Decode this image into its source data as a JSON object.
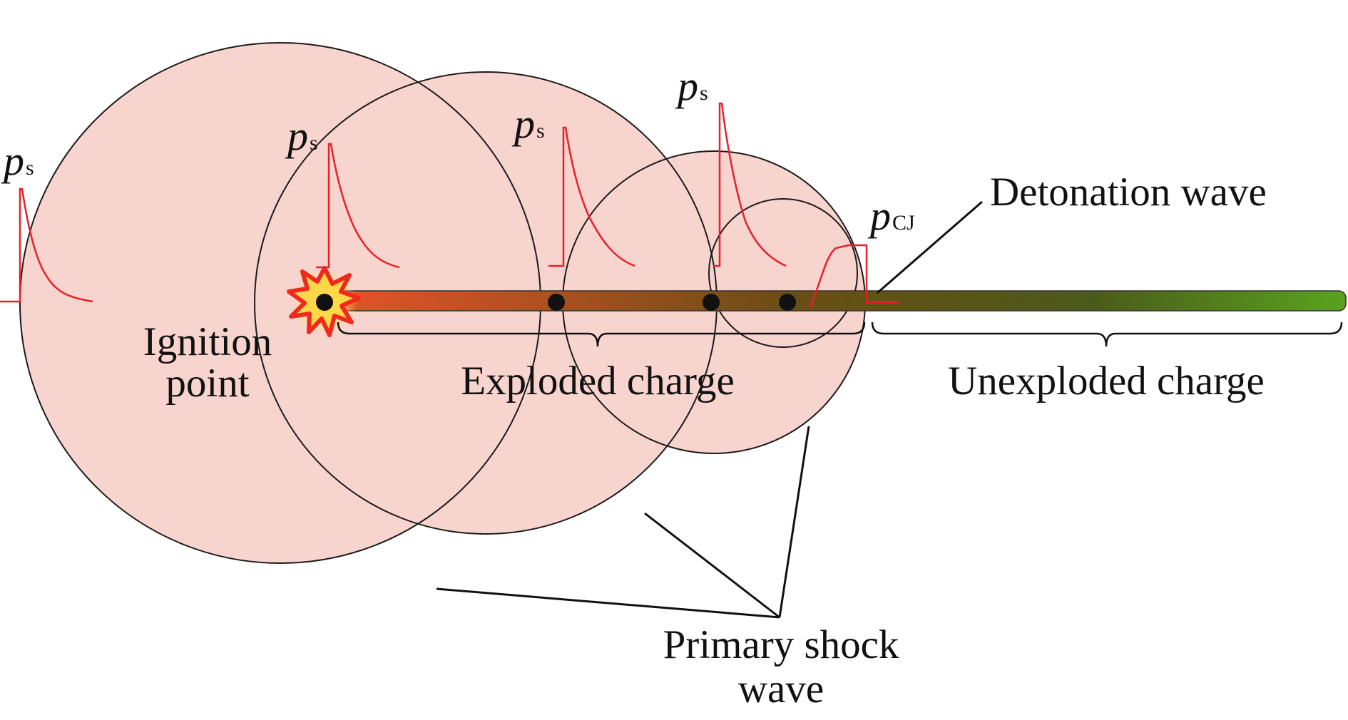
{
  "labels": {
    "pressure_symbol": "p",
    "pressure_subscript_s": "s",
    "pressure_subscript_cj": "CJ",
    "detonation_wave": "Detonation wave",
    "ignition_line1": "Ignition",
    "ignition_line2": "point",
    "exploded_charge": "Exploded charge",
    "unexploded_charge": "Unexploded charge",
    "primary_shock_line1": "Primary shock",
    "primary_shock_line2": "wave"
  },
  "colors": {
    "shock_fill": "#f8d4cf",
    "circle_stroke": "#1a1a1a",
    "pressure_curve": "#e8202a",
    "charge_start": "#e8532a",
    "charge_mid": "#6b4e15",
    "charge_end": "#5aa31f",
    "ignition_burst": "#ee2a1c",
    "ignition_glow": "#fff27a"
  }
}
